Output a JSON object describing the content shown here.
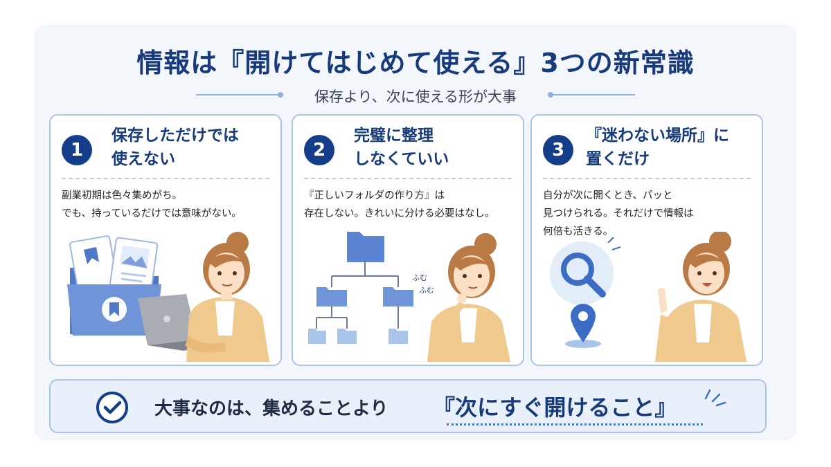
{
  "title": "情報は『開けてはじめて使える』3つの新常識",
  "subtitle": "保存より、次に使える形が大事",
  "cards": [
    {
      "number": "1",
      "heading_lines": [
        "保存しただけでは",
        "使えない"
      ],
      "body_lines": [
        "副業初期は色々集めがち。",
        "でも、持っているだけでは意味がない。"
      ],
      "illustration": "folder-with-documents-and-woman-at-laptop"
    },
    {
      "number": "2",
      "heading_lines": [
        "完璧に整理",
        "しなくていい"
      ],
      "body_lines": [
        "『正しいフォルダの作り方』は",
        "存在しない。きれいに分ける必要はなし。"
      ],
      "mumble": [
        "ふむ",
        "ふむ"
      ],
      "illustration": "folder-tree-and-thinking-woman"
    },
    {
      "number": "3",
      "heading_lines": [
        "『迷わない場所』に",
        "置くだけ"
      ],
      "body_lines": [
        "自分が次に開くとき、パッと",
        "見つけられる。それだけで情報は",
        "何倍も活きる。"
      ],
      "illustration": "magnifier-pin-and-pointing-woman"
    }
  ],
  "bottom": {
    "lead": "大事なのは、集めることより",
    "emphasis": "『次にすぐ開けること』",
    "icon": "check-circle-icon"
  },
  "colors": {
    "navy": "#143e8a",
    "accent_blue": "#4a78c2",
    "light_blue": "#a9c4ea",
    "folder_blue": "#6f95d8",
    "shirt_tan": "#f0c98e",
    "hair_brown": "#b97a45"
  }
}
